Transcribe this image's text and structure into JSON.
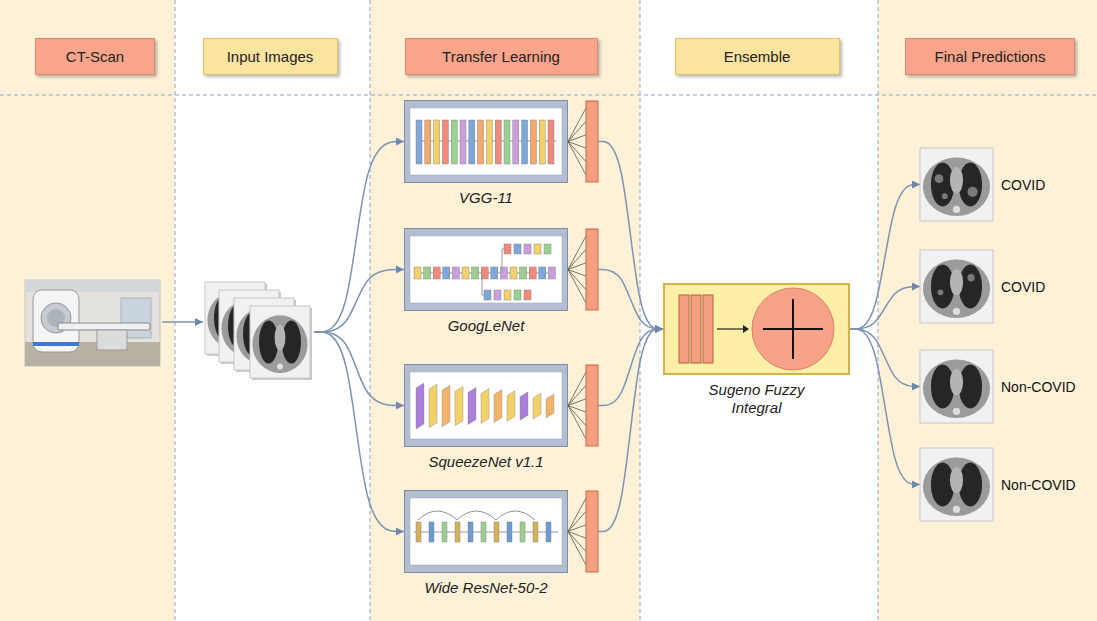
{
  "diagram": {
    "nodes": [
      {
        "text": [
          "CT-Scan"
        ]
      },
      {
        "text": [
          "Input Images"
        ]
      },
      {
        "text": [
          "Transfer Learning"
        ]
      },
      {
        "text": [
          "Ensemble"
        ]
      },
      {
        "text": [
          "Final Predictions"
        ]
      },
      {
        "text": [
          "VGG-11"
        ]
      },
      {
        "text": [
          "GoogLeNet"
        ]
      },
      {
        "text": [
          "SqueezeNet v1.1"
        ]
      },
      {
        "text": [
          "Wide ResNet-50-2"
        ]
      },
      {
        "text": [
          "Sugeno Fuzzy Integral"
        ]
      },
      {
        "text": [
          "COVID"
        ]
      },
      {
        "text": [
          "COVID"
        ]
      },
      {
        "text": [
          "Non-COVID"
        ]
      },
      {
        "text": [
          "Non-COVID"
        ]
      }
    ],
    "edges": [
      {
        "from": 5,
        "to": 9,
        "arrow": "to"
      },
      {
        "from": 6,
        "to": 9,
        "arrow": "to"
      },
      {
        "from": 7,
        "to": 9,
        "arrow": "to"
      },
      {
        "from": 8,
        "to": 9,
        "arrow": "to"
      },
      {
        "from": 9,
        "to": 10,
        "arrow": "to"
      },
      {
        "from": 9,
        "to": 11,
        "arrow": "to"
      },
      {
        "from": 9,
        "to": 12,
        "arrow": "to"
      },
      {
        "from": 9,
        "to": 13,
        "arrow": "to"
      }
    ]
  }
}
